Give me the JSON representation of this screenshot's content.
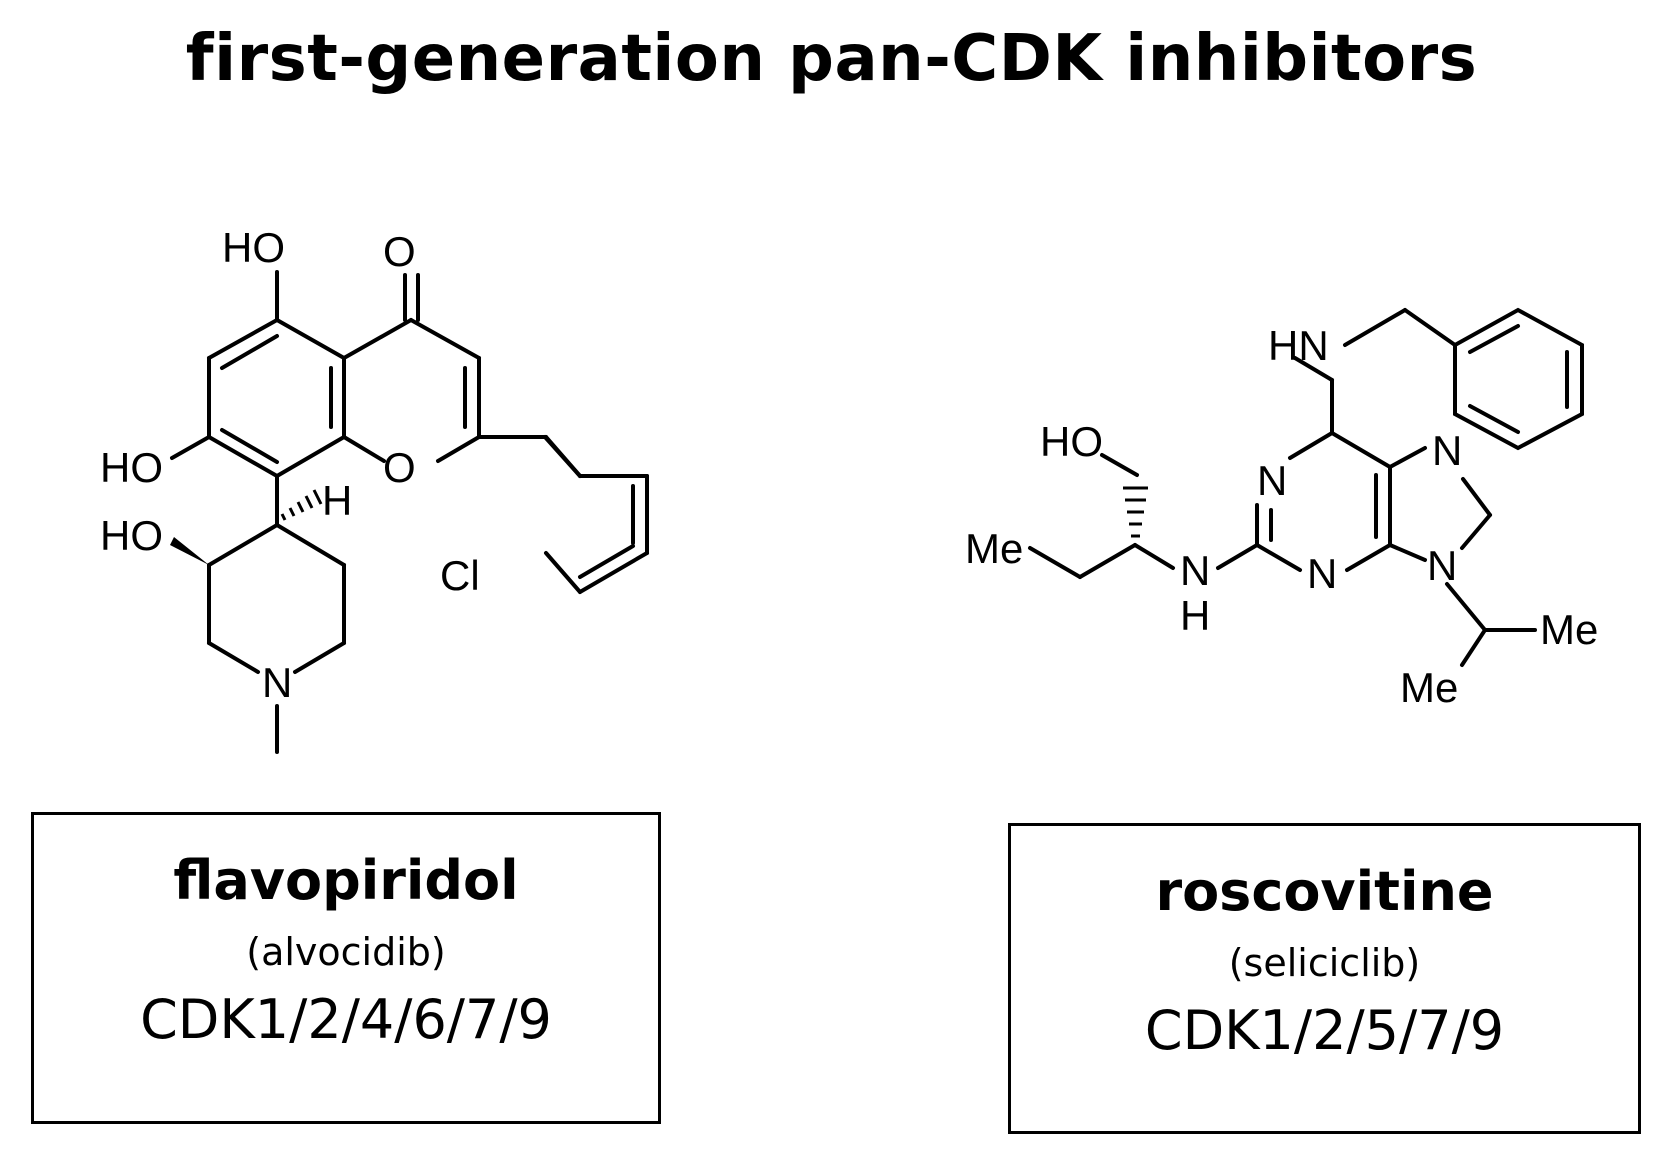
{
  "title": "first-generation pan-CDK inhibitors",
  "compounds": [
    {
      "name": "flavopiridol",
      "alt_name": "(alvocidib)",
      "targets": "CDK1/2/4/6/7/9",
      "atom_labels": {
        "ho_top": "HO",
        "o_carbonyl": "O",
        "ho_left": "HO",
        "o_ring": "O",
        "h": "H",
        "ho_pip": "HO",
        "cl": "Cl",
        "n": "N"
      }
    },
    {
      "name": "roscovitine",
      "alt_name": "(seliciclib)",
      "targets": "CDK1/2/5/7/9",
      "atom_labels": {
        "hn": "HN",
        "ho": "HO",
        "n1": "N",
        "n7": "N",
        "me_left": "Me",
        "nh_n": "N",
        "nh_h": "H",
        "n3": "N",
        "n9": "N",
        "me_right": "Me",
        "me_bottom": "Me"
      }
    }
  ]
}
